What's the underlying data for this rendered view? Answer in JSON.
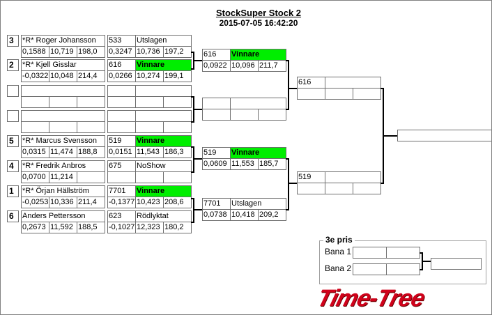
{
  "header": {
    "title": "StockSuper Stock 2",
    "datetime": "2015-07-05 16:42:20"
  },
  "round1": [
    {
      "seed": "3",
      "name": "*R* Roger Johansson",
      "stats": [
        "0,1588",
        "10,719",
        "198,0"
      ],
      "num": "533",
      "status": "Utslagen",
      "win": false,
      "res": [
        "0,3247",
        "10,736",
        "197,2"
      ]
    },
    {
      "seed": "2",
      "name": "*R* Kjell Gisslar",
      "stats": [
        "-0,0322",
        "10,048",
        "214,4"
      ],
      "num": "616",
      "status": "Vinnare",
      "win": true,
      "res": [
        "0,0266",
        "10,274",
        "199,1"
      ]
    },
    {
      "seed": "",
      "name": "",
      "stats": [
        "",
        "",
        ""
      ],
      "num": "",
      "status": "",
      "win": false,
      "res": [
        "",
        "",
        ""
      ]
    },
    {
      "seed": "",
      "name": "",
      "stats": [
        "",
        "",
        ""
      ],
      "num": "",
      "status": "",
      "win": false,
      "res": [
        "",
        "",
        ""
      ]
    },
    {
      "seed": "5",
      "name": "*R* Marcus Svensson",
      "stats": [
        "0,0315",
        "11,474",
        "188,8"
      ],
      "num": "519",
      "status": "Vinnare",
      "win": true,
      "res": [
        "0,0151",
        "11,543",
        "186,3"
      ]
    },
    {
      "seed": "4",
      "name": "*R* Fredrik Anbros",
      "stats": [
        "0,0700",
        "11,214",
        ""
      ],
      "num": "675",
      "status": "NoShow",
      "win": false,
      "res": [
        "",
        "",
        ""
      ]
    },
    {
      "seed": "1",
      "name": "*R* Örjan Hällström",
      "stats": [
        "-0,0253",
        "10,336",
        "211,4"
      ],
      "num": "7701",
      "status": "Vinnare",
      "win": true,
      "res": [
        "-0,1377",
        "10,423",
        "208,6"
      ]
    },
    {
      "seed": "6",
      "name": "Anders Pettersson",
      "stats": [
        "0,2673",
        "11,592",
        "188,5"
      ],
      "num": "623",
      "status": "Rödlyktat",
      "win": false,
      "res": [
        "-0,1027",
        "12,323",
        "180,2"
      ]
    }
  ],
  "round2": [
    {
      "num": "616",
      "status": "Vinnare",
      "win": true,
      "res": [
        "0,0922",
        "10,096",
        "211,7"
      ]
    },
    {
      "num": "",
      "status": "",
      "win": false,
      "res": [
        "",
        "",
        ""
      ]
    },
    {
      "num": "519",
      "status": "Vinnare",
      "win": true,
      "res": [
        "0,0609",
        "11,553",
        "185,7"
      ]
    },
    {
      "num": "7701",
      "status": "Utslagen",
      "win": false,
      "res": [
        "0,0738",
        "10,418",
        "209,2"
      ]
    }
  ],
  "round3": [
    {
      "num": "616",
      "status": "",
      "win": false,
      "res": [
        "",
        "",
        ""
      ]
    },
    {
      "num": "519",
      "status": "",
      "win": false,
      "res": [
        "",
        "",
        ""
      ]
    }
  ],
  "final": {
    "value": ""
  },
  "third_place": {
    "title": "3e pris",
    "lanes": [
      {
        "label": "Bana 1",
        "a": "",
        "b": ""
      },
      {
        "label": "Bana 2",
        "a": "",
        "b": ""
      }
    ],
    "result": ""
  },
  "logo": "Time-Tree"
}
